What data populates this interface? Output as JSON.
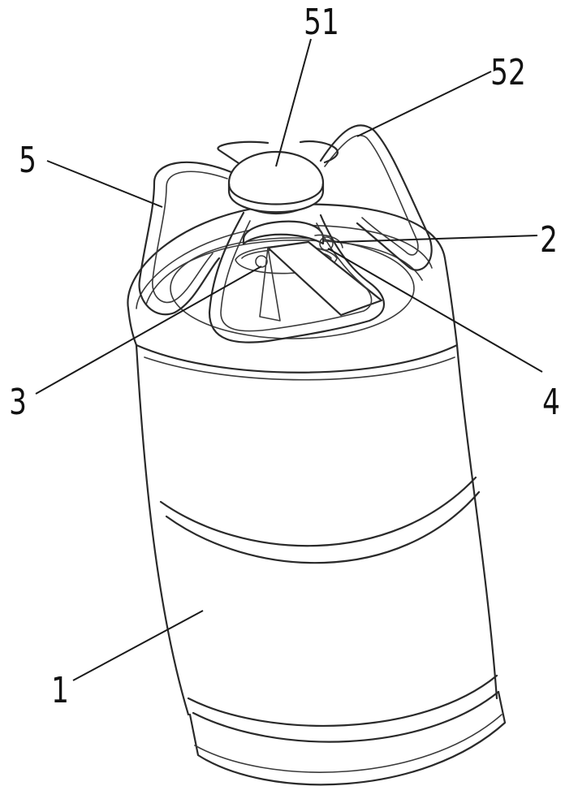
{
  "labels": {
    "l51": "51",
    "l52": "52",
    "l5": "5",
    "l2": "2",
    "l3": "3",
    "l4": "4",
    "l1": "1"
  }
}
